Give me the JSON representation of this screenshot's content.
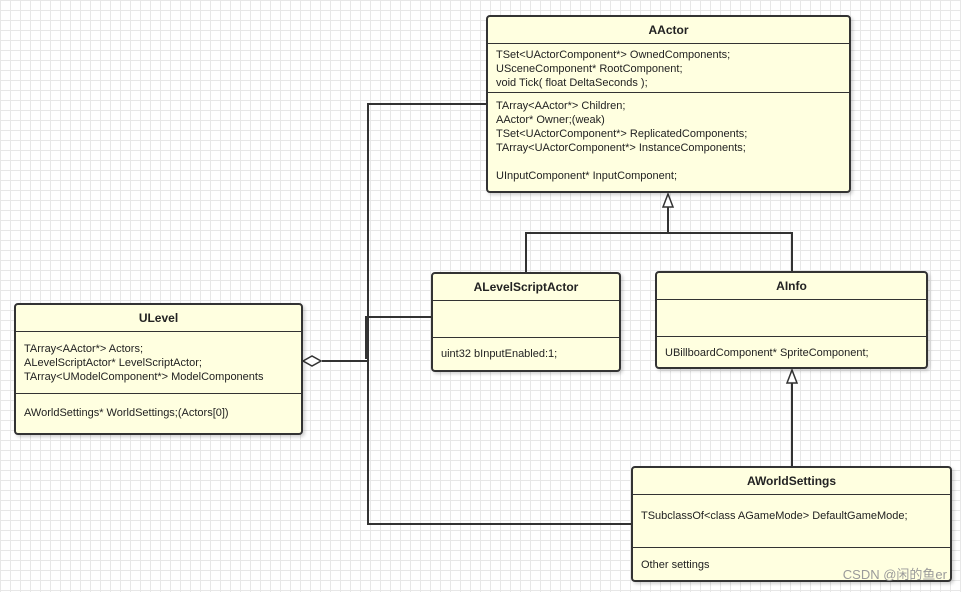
{
  "diagram": {
    "classes": {
      "aactor": {
        "name": "AActor",
        "sections": [
          [
            "TSet<UActorComponent*> OwnedComponents;",
            "USceneComponent* RootComponent;",
            "void Tick( float DeltaSeconds );"
          ],
          [
            "TArray<AActor*> Children;",
            "AActor* Owner;(weak)",
            "TSet<UActorComponent*> ReplicatedComponents;",
            "TArray<UActorComponent*> InstanceComponents;",
            "",
            "UInputComponent* InputComponent;"
          ]
        ]
      },
      "ulevel": {
        "name": "ULevel",
        "sections": [
          [
            "TArray<AActor*> Actors;",
            "ALevelScriptActor* LevelScriptActor;",
            "TArray<UModelComponent*> ModelComponents"
          ],
          [
            "AWorldSettings* WorldSettings;(Actors[0])"
          ]
        ]
      },
      "alevelscriptactor": {
        "name": "ALevelScriptActor",
        "sections": [
          [],
          [
            "uint32 bInputEnabled:1;"
          ]
        ]
      },
      "ainfo": {
        "name": "AInfo",
        "sections": [
          [],
          [
            "UBillboardComponent* SpriteComponent;"
          ]
        ]
      },
      "aworldsettings": {
        "name": "AWorldSettings",
        "sections": [
          [
            "TSubclassOf<class AGameMode> DefaultGameMode;"
          ],
          [
            "Other settings"
          ]
        ]
      }
    },
    "watermark": "CSDN @闲的鱼er"
  },
  "colors": {
    "box_fill": "#ffffe0",
    "box_border": "#333333",
    "connector": "#333333",
    "grid": "#e7e7e7"
  }
}
